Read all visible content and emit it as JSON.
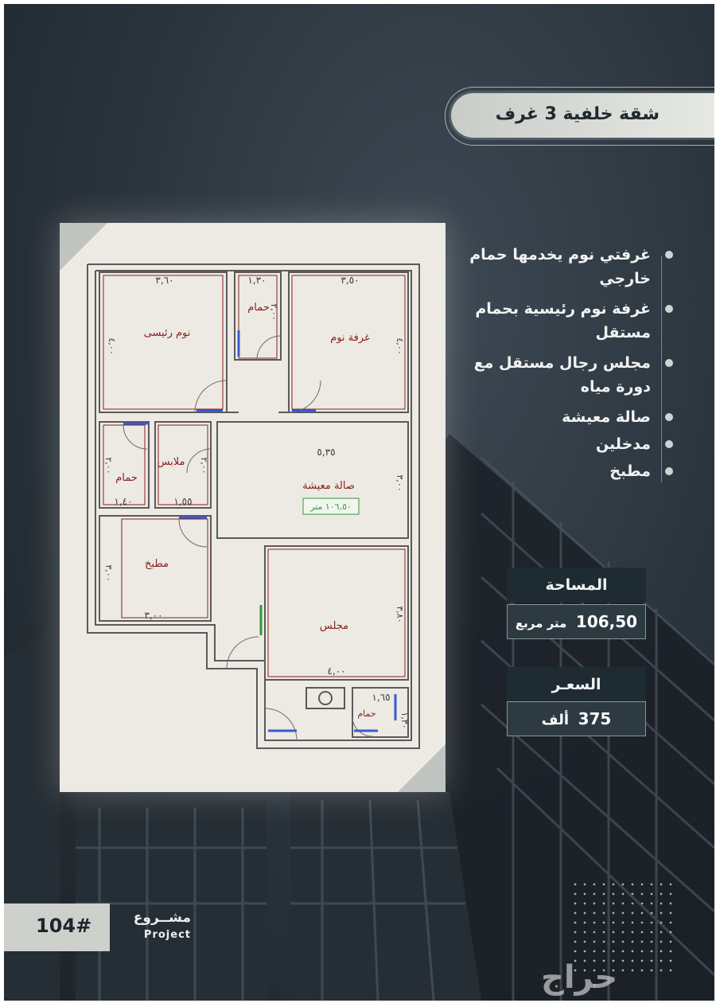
{
  "title": "شقة خلفية 3 غرف",
  "features": [
    "غرفتي نوم يخدمها حمام خارجي",
    "غرفة نوم رئيسية بحمام مستقل",
    "مجلس رجال مستقل مع دورة مياه",
    "صالة معيشة",
    "مدخلين",
    "مطبخ"
  ],
  "info": {
    "area_label": "المساحة",
    "area_value": "106,50",
    "area_unit": "متر مربع",
    "price_label": "السعـر",
    "price_value": "375",
    "price_unit": "ألف"
  },
  "project": {
    "number": "104#",
    "label_ar": "مشــروع",
    "label_en": "Project"
  },
  "watermark": "حراج",
  "plan": {
    "rooms": {
      "master_bed": "نوم رئيسى",
      "bedroom": "غرفة نوم",
      "bath_top": "حمام",
      "bath_left": "حمام",
      "closet": "ملابس",
      "living": "صالة معيشة",
      "living_area": "١٠٦,٥٠ متر",
      "kitchen": "مطبخ",
      "majlis": "مجلس",
      "bath_bottom": "حمام"
    },
    "dims": {
      "d_360": "٣,٦٠",
      "d_130": "١,٣٠",
      "d_350": "٣,٥٠",
      "d_535": "٥,٣٥",
      "d_140": "١,٤٠",
      "d_155": "١,٥٥",
      "d_300": "٣,٠٠",
      "d_400": "٤,٠٠",
      "d_165": "١,٦٥",
      "v_master": "٤,٠٠",
      "v_bed": "٤,٠٠",
      "v_bathtop": "٢,٠٠",
      "v_bathleft": "٢,٠٠",
      "v_closet": "٢,٠٠",
      "v_living": "٣,٠٠",
      "v_kitchen": "٣,٠٠",
      "v_majlis": "٣,٨٠",
      "v_bathbot": "١,٣٠"
    }
  },
  "colors": {
    "wall": "#5a5a5a",
    "label": "#8a1e1e",
    "window": "#3a5bd0",
    "area_box": "#2f9a3c"
  }
}
